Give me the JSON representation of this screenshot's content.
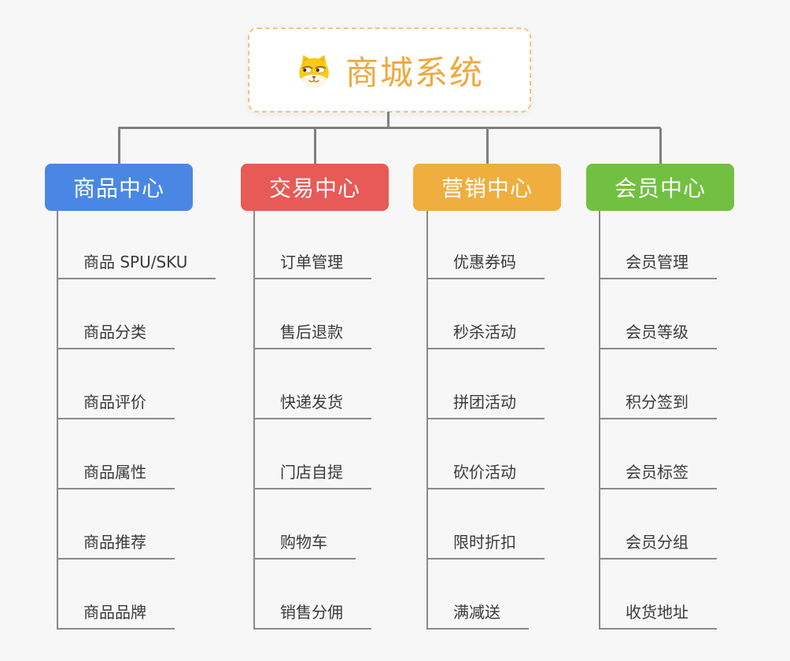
{
  "root": {
    "title": "商城系统",
    "icon": "shiba-dog-icon"
  },
  "branches": [
    {
      "label": "商品中心",
      "color": "#4a87e5",
      "items": [
        "商品 SPU/SKU",
        "商品分类",
        "商品评价",
        "商品属性",
        "商品推荐",
        "商品品牌"
      ]
    },
    {
      "label": "交易中心",
      "color": "#e85a55",
      "items": [
        "订单管理",
        "售后退款",
        "快递发货",
        "门店自提",
        "购物车",
        "销售分佣"
      ]
    },
    {
      "label": "营销中心",
      "color": "#efae3e",
      "items": [
        "优惠券码",
        "秒杀活动",
        "拼团活动",
        "砍价活动",
        "限时折扣",
        "满减送"
      ]
    },
    {
      "label": "会员中心",
      "color": "#72c041",
      "items": [
        "会员管理",
        "会员等级",
        "积分签到",
        "会员标签",
        "会员分组",
        "收货地址"
      ]
    }
  ],
  "colors": {
    "background": "#f7f7f7",
    "connector": "#7f7f7f",
    "underline": "#898989",
    "item_text": "#3a3a3a",
    "root_text": "#efa93f",
    "root_border": "#f2c283"
  }
}
